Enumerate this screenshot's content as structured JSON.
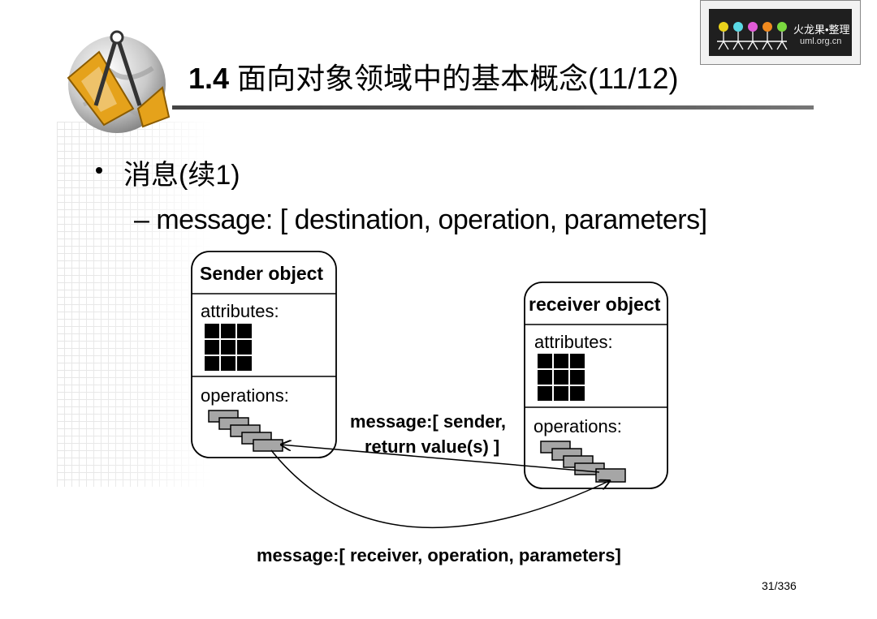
{
  "title": {
    "number": "1.4",
    "text": "面向对象领域中的基本概念(11/12)"
  },
  "logo": {
    "cn": "火龙果•整理",
    "en": "uml.org.cn"
  },
  "bullet": {
    "text": "消息(续1)"
  },
  "sub_bullet": {
    "text": "– message: [ destination, operation, parameters]"
  },
  "diagram": {
    "sender": {
      "title": "Sender object",
      "attributes_label": "attributes:",
      "operations_label": "operations:"
    },
    "receiver": {
      "title": "receiver object",
      "attributes_label": "attributes:",
      "operations_label": "operations:"
    },
    "return_message": {
      "line1": "message:[ sender,",
      "line2": "return value(s) ]"
    },
    "send_message": "message:[ receiver, operation, parameters]"
  },
  "page": "31/336",
  "colors": {
    "operation_fill": "#a6a6a6",
    "title_rule": "#444444",
    "attribute_cell": "#000000"
  }
}
